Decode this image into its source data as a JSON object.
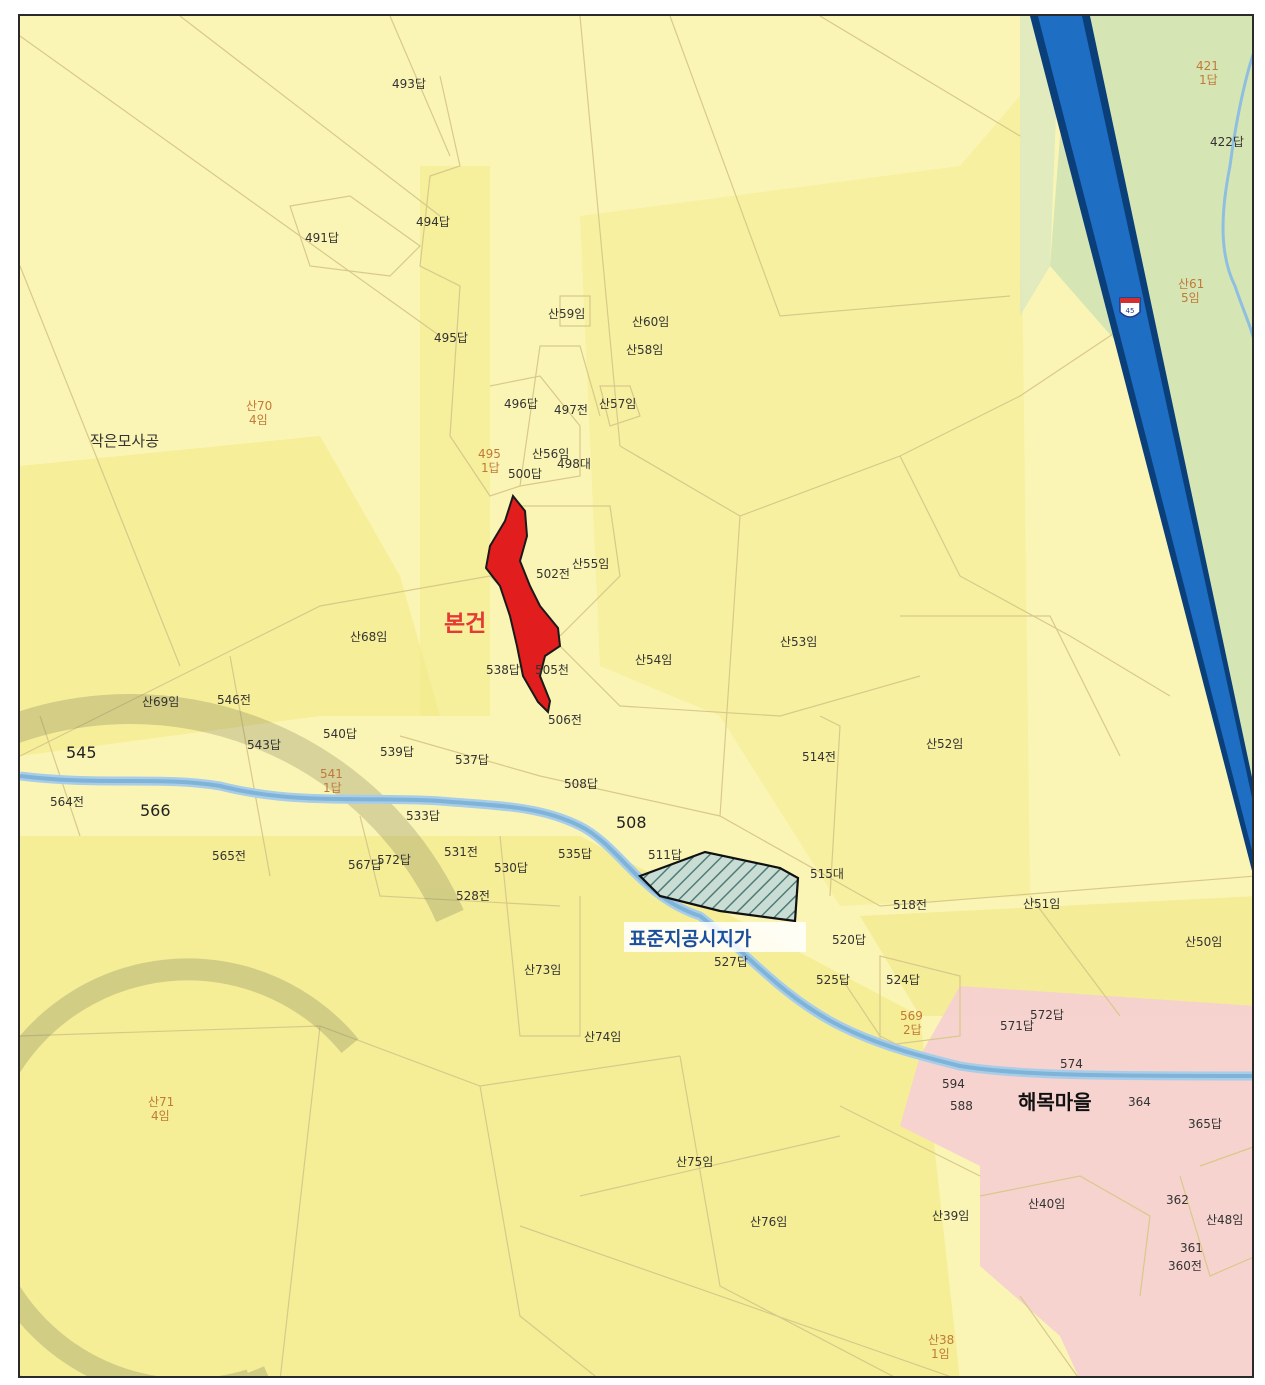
{
  "colors": {
    "land_light": "#fbf5b5",
    "land_mid": "#f3eb8c",
    "land_dark": "#ece07a",
    "highway_blue": "#1e6fc4",
    "highway_edge": "#0b3f7a",
    "river": "#7fb3d8",
    "village_pink": "#f5d1d1",
    "subject_red": "#e11d1d",
    "standard_hatch": "#5b8a83",
    "forest_green": "#cfe2b4"
  },
  "icons": {
    "highway_shield": "highway-shield-icon",
    "watermark": "watermark-logo-icon"
  },
  "highlights": {
    "subject": "본건",
    "standard": "표준지공시지가",
    "village": "해목마을",
    "place_small": "작은모사공"
  },
  "parcels": [
    {
      "id": "p493",
      "text": "493답"
    },
    {
      "id": "p494",
      "text": "494답"
    },
    {
      "id": "p491",
      "text": "491답"
    },
    {
      "id": "p495",
      "text": "495답"
    },
    {
      "id": "p496",
      "text": "496답"
    },
    {
      "id": "p497",
      "text": "497전"
    },
    {
      "id": "s57",
      "text": "산57임"
    },
    {
      "id": "s59",
      "text": "산59임"
    },
    {
      "id": "s60",
      "text": "산60임"
    },
    {
      "id": "s58",
      "text": "산58임"
    },
    {
      "id": "s56",
      "text": "산56임"
    },
    {
      "id": "p498",
      "text": "498대"
    },
    {
      "id": "p500",
      "text": "500답"
    },
    {
      "id": "p502",
      "text": "502전"
    },
    {
      "id": "s55",
      "text": "산55임"
    },
    {
      "id": "p538",
      "text": "538답"
    },
    {
      "id": "p505",
      "text": "505천"
    },
    {
      "id": "p506",
      "text": "506전"
    },
    {
      "id": "s68",
      "text": "산68임"
    },
    {
      "id": "s54",
      "text": "산54임"
    },
    {
      "id": "s53",
      "text": "산53임"
    },
    {
      "id": "s69",
      "text": "산69임"
    },
    {
      "id": "p546",
      "text": "546전"
    },
    {
      "id": "p540",
      "text": "540답"
    },
    {
      "id": "p543",
      "text": "543답"
    },
    {
      "id": "p539",
      "text": "539답"
    },
    {
      "id": "p537",
      "text": "537답"
    },
    {
      "id": "p545",
      "text": "545"
    },
    {
      "id": "p508d",
      "text": "508답"
    },
    {
      "id": "p508",
      "text": "508"
    },
    {
      "id": "p514",
      "text": "514전"
    },
    {
      "id": "s52",
      "text": "산52임"
    },
    {
      "id": "p564",
      "text": "564전"
    },
    {
      "id": "p566",
      "text": "566"
    },
    {
      "id": "p533",
      "text": "533답"
    },
    {
      "id": "p565",
      "text": "565전"
    },
    {
      "id": "p567",
      "text": "567답"
    },
    {
      "id": "p572",
      "text": "572답"
    },
    {
      "id": "p531",
      "text": "531전"
    },
    {
      "id": "p530",
      "text": "530답"
    },
    {
      "id": "p535",
      "text": "535답"
    },
    {
      "id": "p511",
      "text": "511답"
    },
    {
      "id": "p515",
      "text": "515대"
    },
    {
      "id": "p518",
      "text": "518전"
    },
    {
      "id": "s51",
      "text": "산51임"
    },
    {
      "id": "s50",
      "text": "산50임"
    },
    {
      "id": "p528",
      "text": "528전"
    },
    {
      "id": "p520",
      "text": "520답"
    },
    {
      "id": "p527",
      "text": "527답"
    },
    {
      "id": "p525",
      "text": "525답"
    },
    {
      "id": "p524",
      "text": "524답"
    },
    {
      "id": "s73",
      "text": "산73임"
    },
    {
      "id": "s74",
      "text": "산74임"
    },
    {
      "id": "p571",
      "text": "571답"
    },
    {
      "id": "p572b",
      "text": "572답"
    },
    {
      "id": "p574",
      "text": "574"
    },
    {
      "id": "p594",
      "text": "594"
    },
    {
      "id": "p588",
      "text": "588"
    },
    {
      "id": "p364",
      "text": "364"
    },
    {
      "id": "p365",
      "text": "365답"
    },
    {
      "id": "s75",
      "text": "산75임"
    },
    {
      "id": "s76",
      "text": "산76임"
    },
    {
      "id": "s39",
      "text": "산39임"
    },
    {
      "id": "s40",
      "text": "산40임"
    },
    {
      "id": "p362",
      "text": "362"
    },
    {
      "id": "s48",
      "text": "산48임"
    },
    {
      "id": "p361",
      "text": "361"
    },
    {
      "id": "p360",
      "text": "360전"
    },
    {
      "id": "p422",
      "text": "422답"
    }
  ],
  "orange_labels": [
    {
      "id": "s70",
      "line1": "산70",
      "line2": "4임"
    },
    {
      "id": "s71",
      "line1": "산71",
      "line2": "4임"
    },
    {
      "id": "s61",
      "line1": "산61",
      "line2": "5임"
    },
    {
      "id": "p421",
      "line1": "421",
      "line2": "1답"
    },
    {
      "id": "s38",
      "line1": "산38",
      "line2": "1임"
    },
    {
      "id": "p569",
      "line1": "569",
      "line2": "2답"
    },
    {
      "id": "p495b",
      "line1": "495",
      "line2": "1답"
    },
    {
      "id": "p541",
      "line1": "541",
      "line2": "1답"
    }
  ],
  "highway": {
    "route": "45"
  }
}
